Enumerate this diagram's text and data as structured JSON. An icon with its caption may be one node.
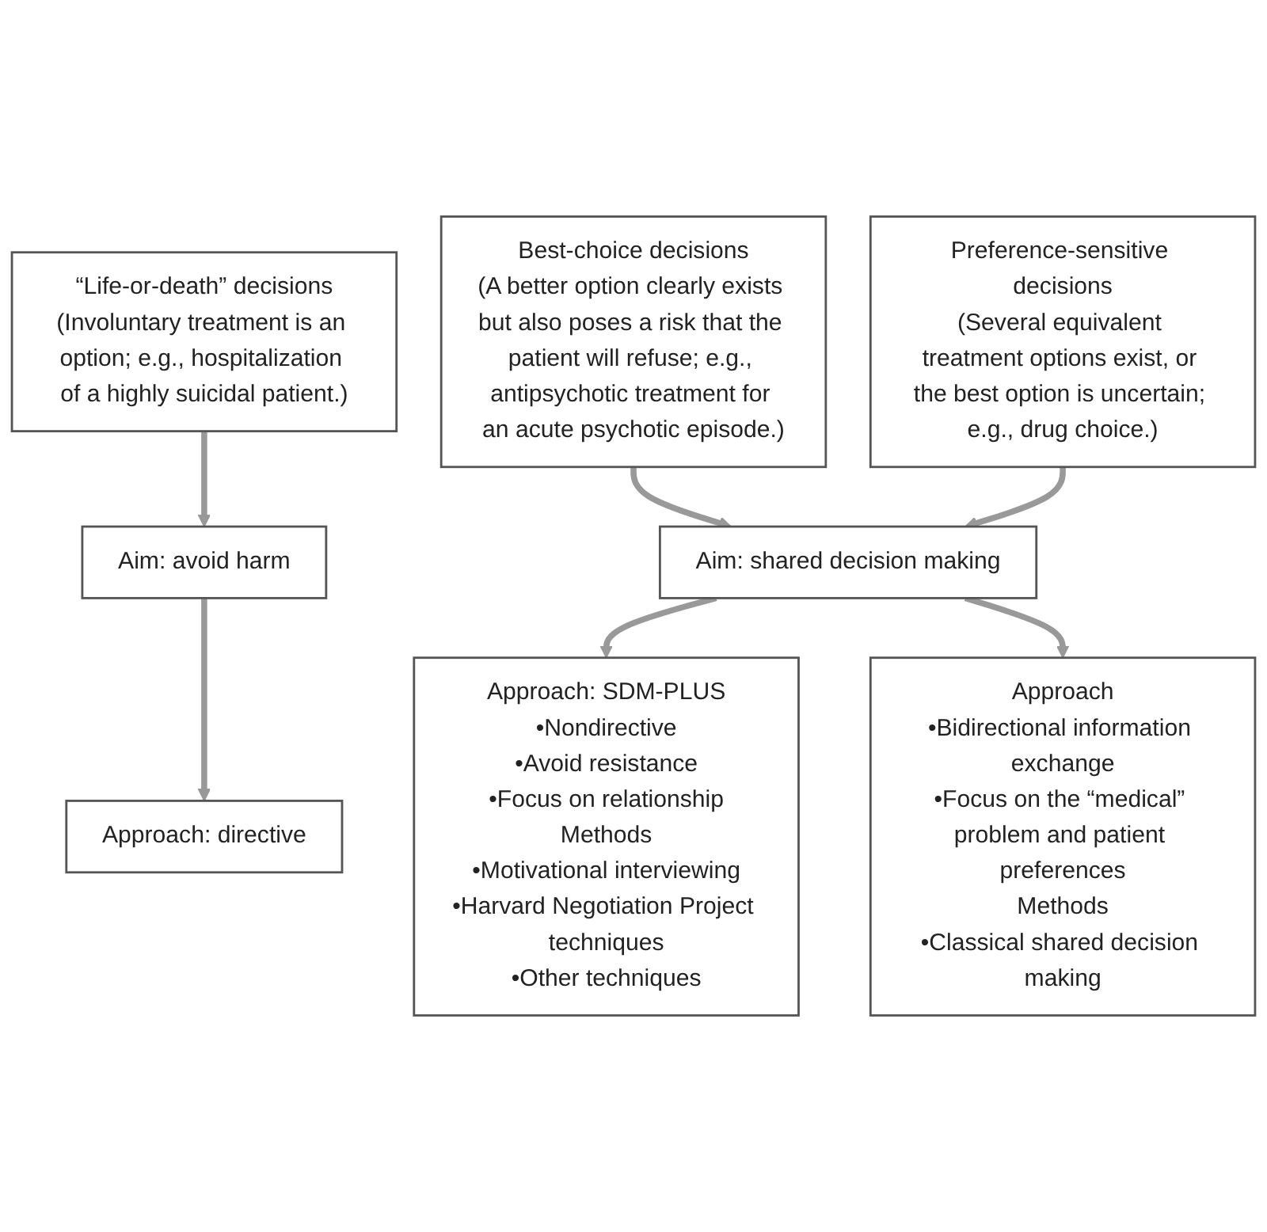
{
  "diagram": {
    "nodes": [
      {
        "text": [
          "“Life-or-death” decisions",
          "(Involuntary treatment is an option; e.g., hospitalization of a highly suicidal patient.)"
        ]
      },
      {
        "text": [
          "Best-choice decisions",
          "(A better option clearly exists but also poses a risk that the patient will refuse; e.g., antipsychotic treatment for an acute psychotic episode.)"
        ]
      },
      {
        "text": [
          "Preference-sensitive decisions",
          "(Several equivalent treatment options exist, or the best option is uncertain; e.g., drug choice.)"
        ]
      },
      {
        "text": [
          "Aim: avoid harm"
        ]
      },
      {
        "text": [
          "Aim: shared decision making"
        ]
      },
      {
        "text": [
          "Approach: directive"
        ]
      },
      {
        "text": [
          "Approach: SDM-PLUS",
          "•Nondirective",
          "•Avoid resistance",
          "•Focus on relationship",
          "Methods",
          "•Motivational interviewing",
          "•Harvard Negotiation Project techniques",
          "•Other techniques"
        ]
      },
      {
        "text": [
          "Approach",
          "•Bidirectional information exchange",
          "•Focus on the “medical” problem and patient preferences",
          "Methods",
          "•Classical shared decision making"
        ]
      }
    ],
    "edges": [
      {
        "from": 0,
        "to": 3,
        "arrow": "to"
      },
      {
        "from": 1,
        "to": 4,
        "arrow": "to"
      },
      {
        "from": 2,
        "to": 4,
        "arrow": "to"
      },
      {
        "from": 3,
        "to": 5,
        "arrow": "to"
      },
      {
        "from": 4,
        "to": 6,
        "arrow": "to"
      },
      {
        "from": 4,
        "to": 7,
        "arrow": "to"
      }
    ]
  }
}
